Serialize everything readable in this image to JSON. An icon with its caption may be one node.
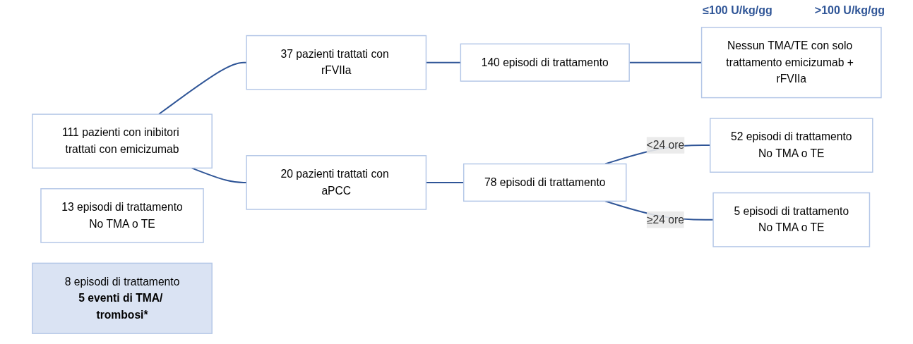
{
  "diagram": {
    "nodes": [
      {
        "text": [
          "111 pazienti con inibitori trattati con emicizumab"
        ]
      },
      {
        "text": [
          "37 pazienti trattati con rFVIIa"
        ]
      },
      {
        "text": [
          "140 episodi di trattamento"
        ]
      },
      {
        "text": [
          "Nessun TMA/TE con solo trattamento emicizumab + rFVIIa"
        ]
      },
      {
        "text": [
          "20 pazienti trattati con aPCC"
        ]
      },
      {
        "text": [
          "78 episodi di trattamento"
        ]
      },
      {
        "text": [
          "52 episodi di trattamento",
          "No TMA o TE"
        ]
      },
      {
        "text": [
          "13 episodi di trattamento",
          "No TMA o TE"
        ]
      },
      {
        "text": [
          "5 episodi di trattamento",
          "No TMA o TE"
        ]
      },
      {
        "text": [
          "8 episodi di trattamento",
          "5 eventi di TMA/ trombosi*"
        ]
      }
    ],
    "edges": [
      {
        "from": 0,
        "to": 1,
        "arrow": "none"
      },
      {
        "from": 0,
        "to": 4,
        "arrow": "none"
      },
      {
        "from": 1,
        "to": 2,
        "arrow": "none"
      },
      {
        "from": 2,
        "to": 3,
        "arrow": "none"
      },
      {
        "from": 4,
        "to": 5,
        "arrow": "none"
      },
      {
        "from": 5,
        "to": 6,
        "arrow": "none",
        "label": "<24 ore"
      },
      {
        "from": 5,
        "to": 8,
        "arrow": "none",
        "label": "≥24 ore"
      }
    ],
    "labels": [
      "≤100 U/kg/gg",
      ">100 U/kg/gg"
    ]
  }
}
